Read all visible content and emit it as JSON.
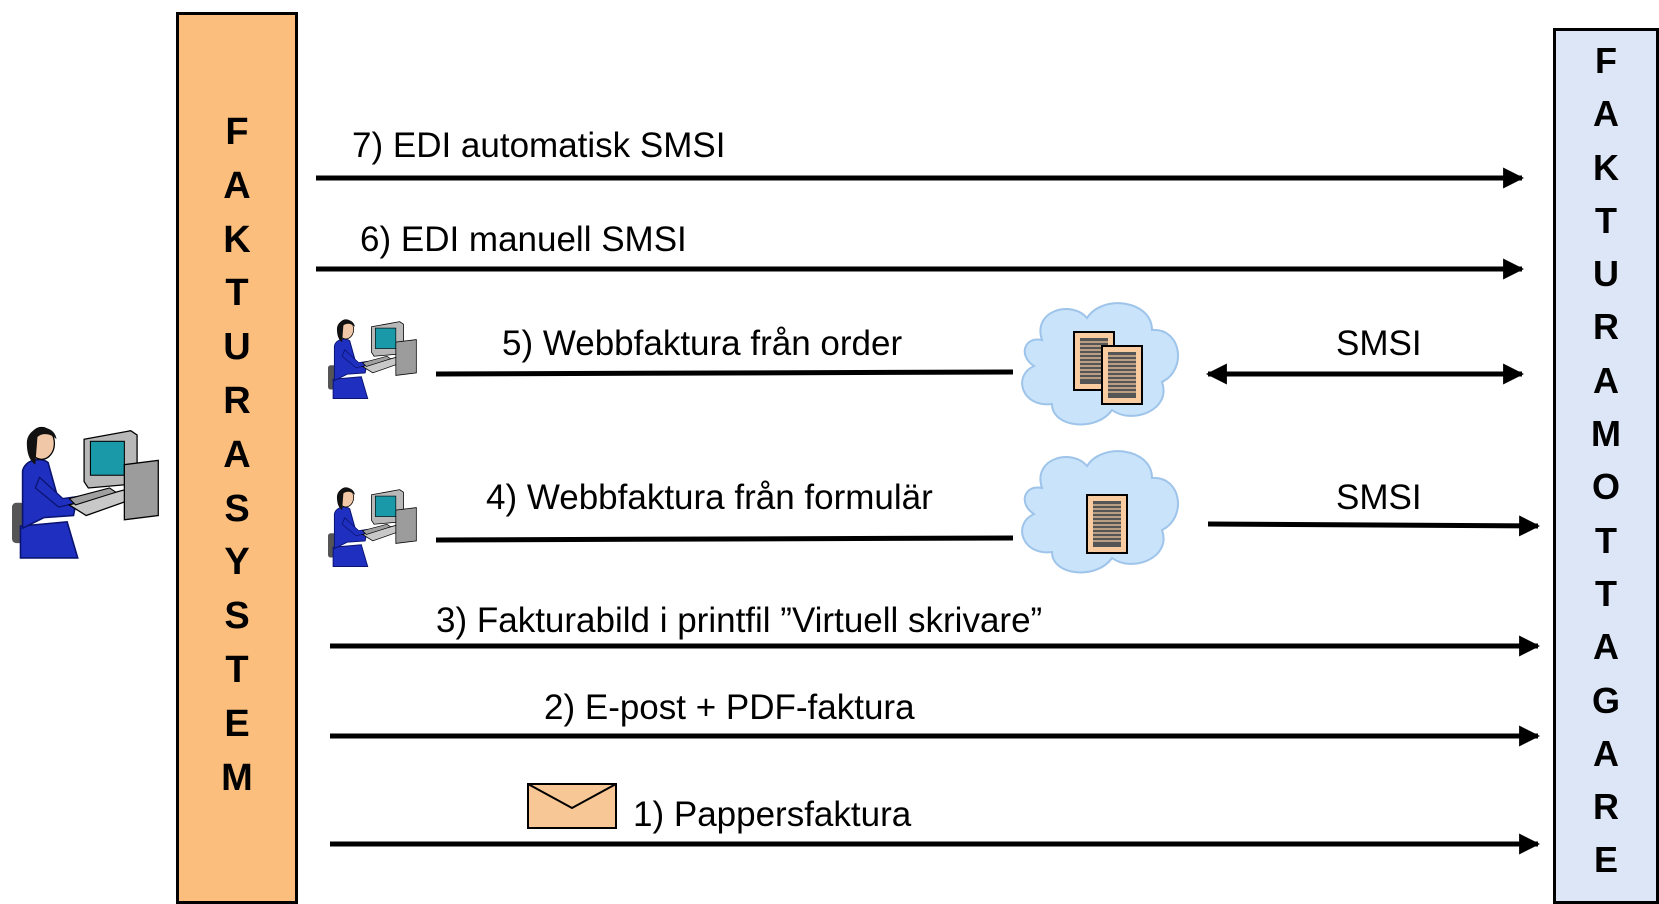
{
  "left_box": {
    "letters": [
      "F",
      "A",
      "K",
      "T",
      "U",
      "R",
      "A",
      "S",
      "Y",
      "S",
      "T",
      "E",
      "M"
    ]
  },
  "right_box": {
    "letters": [
      "F",
      "A",
      "K",
      "T",
      "U",
      "R",
      "A",
      "M",
      "O",
      "T",
      "T",
      "A",
      "G",
      "A",
      "R",
      "E"
    ]
  },
  "flows": [
    {
      "label": "7) EDI automatisk SMSI"
    },
    {
      "label": "6) EDI manuell SMSI"
    },
    {
      "label": "5) Webbfaktura från order",
      "right_label": "SMSI"
    },
    {
      "label": "4) Webbfaktura från formulär",
      "right_label": "SMSI"
    },
    {
      "label": "3) Fakturabild i printfil ”Virtuell skrivare”"
    },
    {
      "label": "2) E-post + PDF-faktura"
    },
    {
      "label": "1) Pappersfaktura"
    }
  ],
  "colors": {
    "left_box": "#fbbe7d",
    "right_box": "#dde6f6",
    "cloud": "#c9e3fa",
    "document": "#f8cba0",
    "envelope": "#f8c796",
    "person": "#1f2fbf",
    "monitor_screen": "#1a9aa8"
  }
}
